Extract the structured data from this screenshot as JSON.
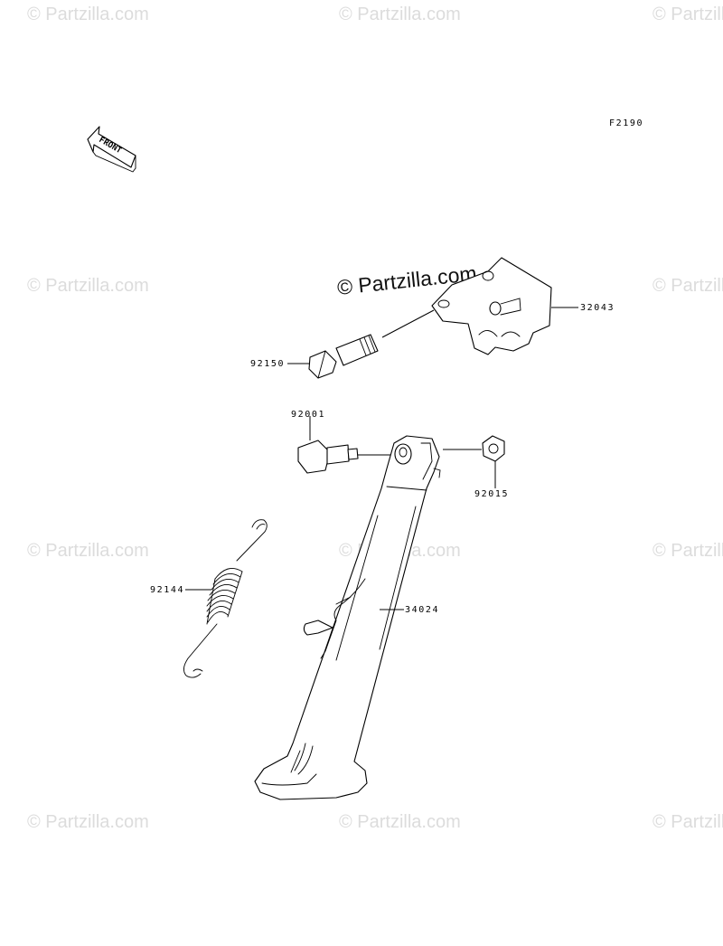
{
  "diagram": {
    "code": "F2190",
    "front_label": "FRONT",
    "watermark": "© Partzilla.com",
    "parts": [
      {
        "number": "32043",
        "name_icon": "side-stand-bracket"
      },
      {
        "number": "92150",
        "name_icon": "bracket-bolt"
      },
      {
        "number": "92001",
        "name_icon": "pivot-bolt"
      },
      {
        "number": "92015",
        "name_icon": "nut"
      },
      {
        "number": "92144",
        "name_icon": "spring"
      },
      {
        "number": "34024",
        "name_icon": "side-stand"
      }
    ]
  }
}
